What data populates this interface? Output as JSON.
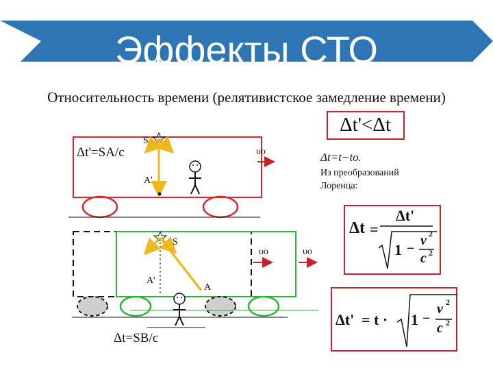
{
  "header": {
    "title": "Эффекты СТО",
    "subtitle": "Относительность времени (релятивистское замедление времени)"
  },
  "diagram": {
    "ineq_main": "Δt'<Δt",
    "formula_top": "Δt'=SA/c",
    "formula_bottom": "Δt=SB/c",
    "delta_t": "Δt=t−to.",
    "lorentz_note": "Из преобразований Лоренца:",
    "labels": {
      "s_top": "S",
      "a_top": "A'",
      "v_top": "υo",
      "s_mid": "S",
      "a_prime_mid": "A'",
      "a_mid": "A",
      "v_mid": "υo",
      "v_right": "υo"
    },
    "formula_box1": {
      "lhs": "Δt",
      "num": "Δt'",
      "v": "v",
      "c": "c",
      "one": "1",
      "minus": "−",
      "exp": "2"
    },
    "formula_box2": {
      "lhs": "Δt'",
      "eq": "= t ·",
      "v": "v",
      "c": "c",
      "one": "1",
      "minus": "−",
      "exp": "2"
    },
    "colors": {
      "banner": "#2e75b6",
      "car_top": "#d9262b",
      "car_bottom": "#2bb536",
      "ghost": "#111111",
      "ray": "#f0b820",
      "arrow": "#cc1f26",
      "line_green": "#2bb536"
    }
  }
}
